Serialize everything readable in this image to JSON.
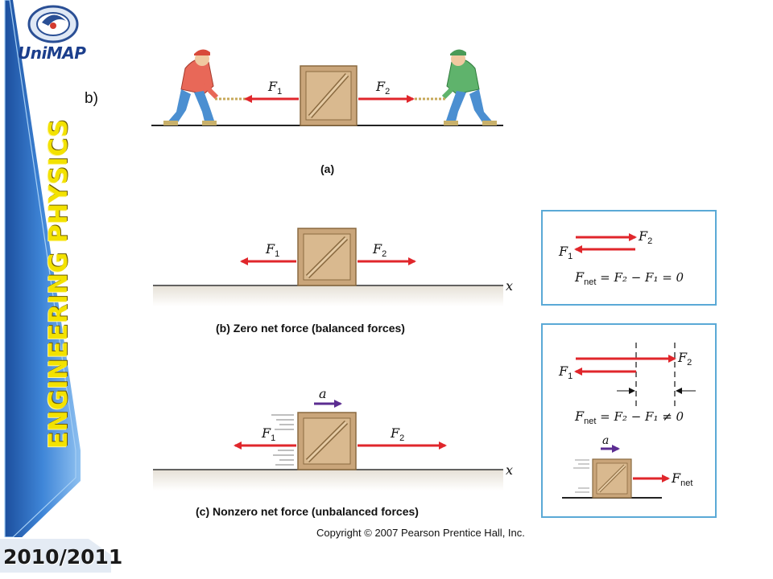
{
  "sidebar": {
    "logo_text": "UniMAP",
    "vertical_title": "ENGINEERING PHYSICS",
    "year": "2010/2011"
  },
  "slide": {
    "label": "b)",
    "copyright": "Copyright © 2007 Pearson Prentice Hall, Inc."
  },
  "figure_a": {
    "caption": "(a)",
    "f1_symbol": "F",
    "f1_sub": "1",
    "f2_symbol": "F",
    "f2_sub": "2"
  },
  "figure_b": {
    "caption": "(b) Zero net force (balanced forces)",
    "f1_symbol": "F",
    "f1_sub": "1",
    "f2_symbol": "F",
    "f2_sub": "2",
    "axis_label": "x",
    "inset": {
      "f1_symbol": "F",
      "f1_sub": "1",
      "f2_symbol": "F",
      "f2_sub": "2",
      "equation_lhs": "F",
      "equation_lhs_sub": "net",
      "equation_rhs": " = F₂ − F₁ = 0"
    }
  },
  "figure_c": {
    "caption": "(c) Nonzero net force (unbalanced forces)",
    "accel_symbol": "a",
    "f1_symbol": "F",
    "f1_sub": "1",
    "f2_symbol": "F",
    "f2_sub": "2",
    "axis_label": "x",
    "inset": {
      "f1_symbol": "F",
      "f1_sub": "1",
      "f2_symbol": "F",
      "f2_sub": "2",
      "equation_lhs": "F",
      "equation_lhs_sub": "net",
      "equation_rhs": " = F₂ − F₁ ≠ 0",
      "accel_symbol": "a",
      "fnet_symbol": "F",
      "fnet_sub": "net"
    }
  },
  "colors": {
    "force_arrow": "#e0262b",
    "accel_arrow": "#5b2c91",
    "crate": "#c9a57a",
    "crate_dark": "#9a7548",
    "inset_border": "#5aa9d6",
    "sidebar_blue": "#2f6fc4",
    "title_yellow": "#f3e200"
  }
}
